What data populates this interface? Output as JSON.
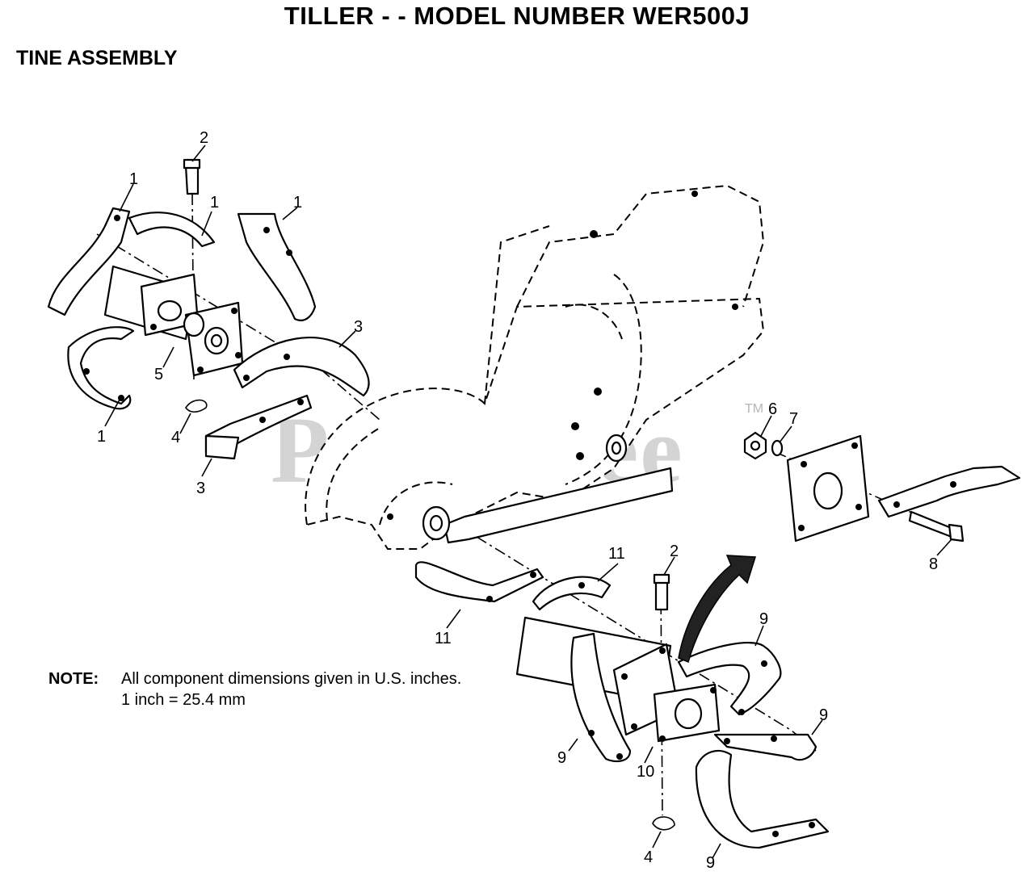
{
  "header": {
    "title": "TILLER - - MODEL NUMBER WER500J",
    "subtitle": "TINE ASSEMBLY"
  },
  "note": {
    "label": "NOTE:",
    "line1": "All component dimensions given in U.S. inches.",
    "line2": "1 inch = 25.4 mm"
  },
  "watermark": {
    "text": "PartsTree",
    "tm": "TM"
  },
  "callouts": [
    {
      "id": "c1a",
      "text": "1"
    },
    {
      "id": "c1b",
      "text": "1"
    },
    {
      "id": "c1c",
      "text": "1"
    },
    {
      "id": "c1d",
      "text": "1"
    },
    {
      "id": "c2a",
      "text": "2"
    },
    {
      "id": "c2b",
      "text": "2"
    },
    {
      "id": "c3a",
      "text": "3"
    },
    {
      "id": "c3b",
      "text": "3"
    },
    {
      "id": "c4a",
      "text": "4"
    },
    {
      "id": "c4b",
      "text": "4"
    },
    {
      "id": "c5",
      "text": "5"
    },
    {
      "id": "c6",
      "text": "6"
    },
    {
      "id": "c7",
      "text": "7"
    },
    {
      "id": "c8",
      "text": "8"
    },
    {
      "id": "c9a",
      "text": "9"
    },
    {
      "id": "c9b",
      "text": "9"
    },
    {
      "id": "c9c",
      "text": "9"
    },
    {
      "id": "c9d",
      "text": "9"
    },
    {
      "id": "c10",
      "text": "10"
    },
    {
      "id": "c11a",
      "text": "11"
    },
    {
      "id": "c11b",
      "text": "11"
    }
  ]
}
